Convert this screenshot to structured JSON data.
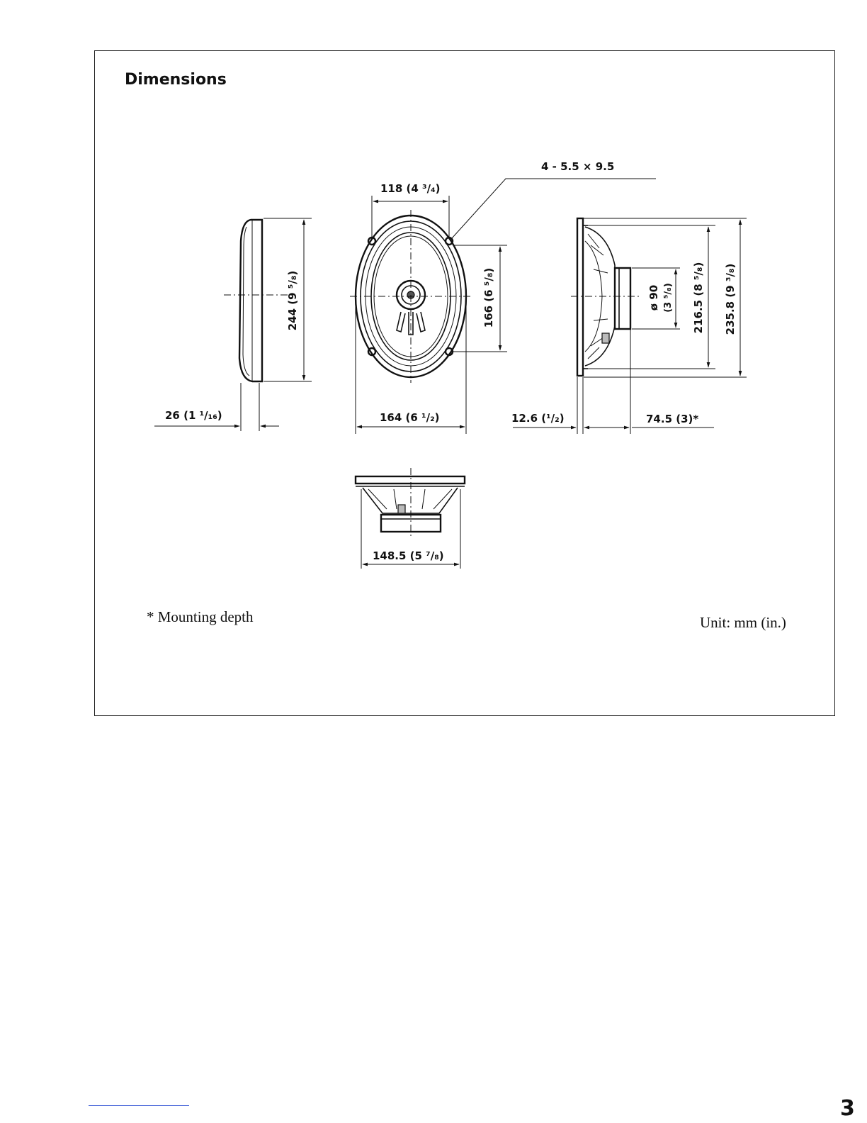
{
  "section": {
    "title": "Dimensions"
  },
  "dimensions": {
    "mount_holes": "4 - 5.5 × 9.5",
    "mount_spacing": "118 (4 ³/₄)",
    "overall_height": "244 (9 ⁵/₈)",
    "grille_depth": "26 (1 ¹/₁₆)",
    "mount_height": "166 (6 ⁵/₈)",
    "overall_width": "164 (6 ¹/₂)",
    "magnet_dia": "ø 90",
    "magnet_dia_in": "(3 ⁵/₈)",
    "cutout_inner": "216.5 (8 ⁵/₈)",
    "cutout_outer": "235.8 (9 ³/₈)",
    "flange_depth": "12.6 (¹/₂)",
    "mount_depth": "74.5 (3)*",
    "base_width": "148.5 (5 ⁷/₈)"
  },
  "notes": {
    "footnote": "* Mounting depth",
    "unit": "Unit: mm (in.)"
  },
  "page": {
    "number": "3"
  }
}
